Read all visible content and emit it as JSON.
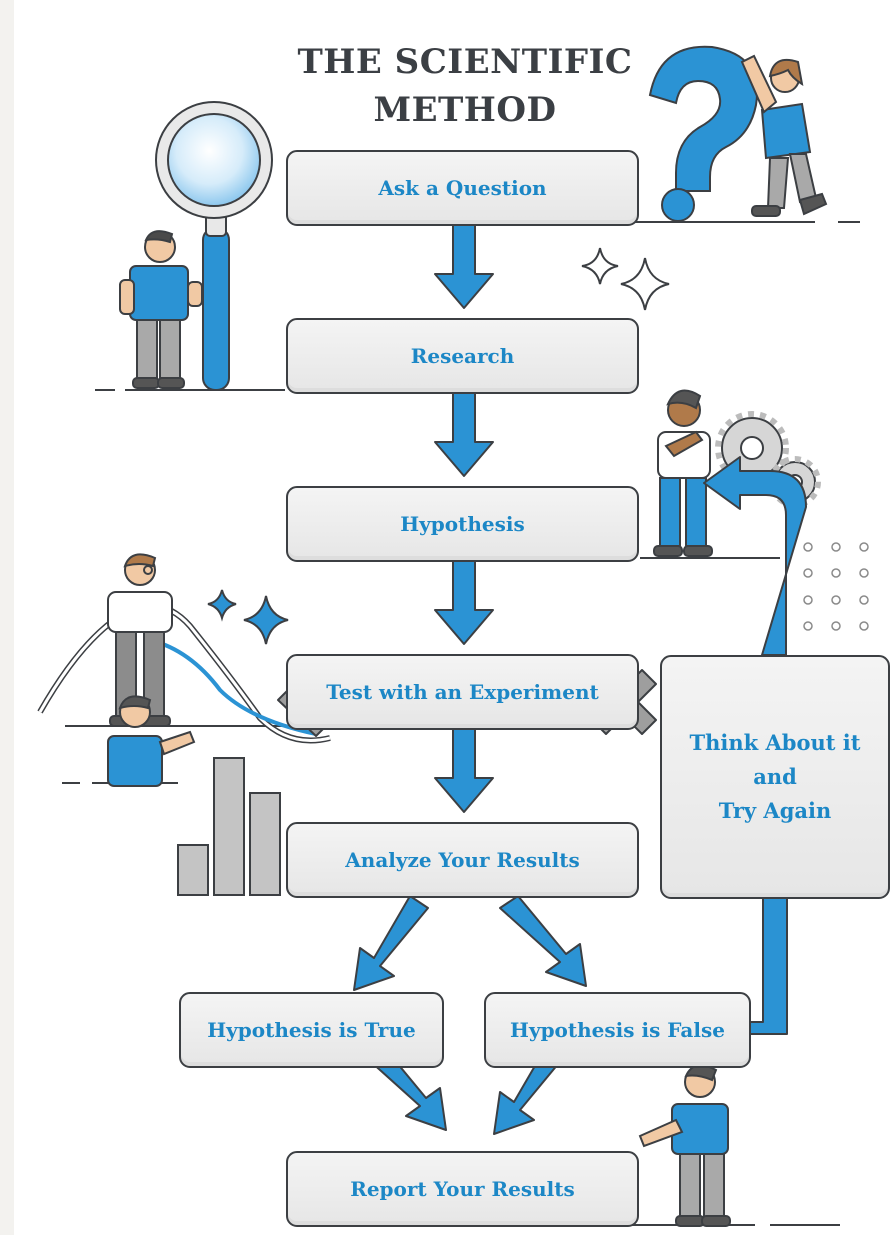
{
  "title": {
    "line1": "THE SCIENTIFIC",
    "line2": "METHOD"
  },
  "steps": {
    "ask": "Ask a Question",
    "research": "Research",
    "hypothesis": "Hypothesis",
    "test": "Test with an Experiment",
    "analyze": "Analyze Your Results",
    "think": [
      "Think About it",
      "and",
      "Try Again"
    ],
    "true": "Hypothesis is True",
    "false": "Hypothesis is False",
    "report": "Report Your Results"
  },
  "icons": [
    "magnifying-glass-icon",
    "question-mark-icon",
    "sparkle-icon",
    "gears-icon",
    "bar-chart-icon",
    "check-icon",
    "cross-icon",
    "refresh-icon",
    "dot-grid-icon"
  ],
  "colors": {
    "accent": "#2b93d4",
    "text": "#1c87c6",
    "outline": "#3c3f43",
    "box": "#ececec"
  }
}
